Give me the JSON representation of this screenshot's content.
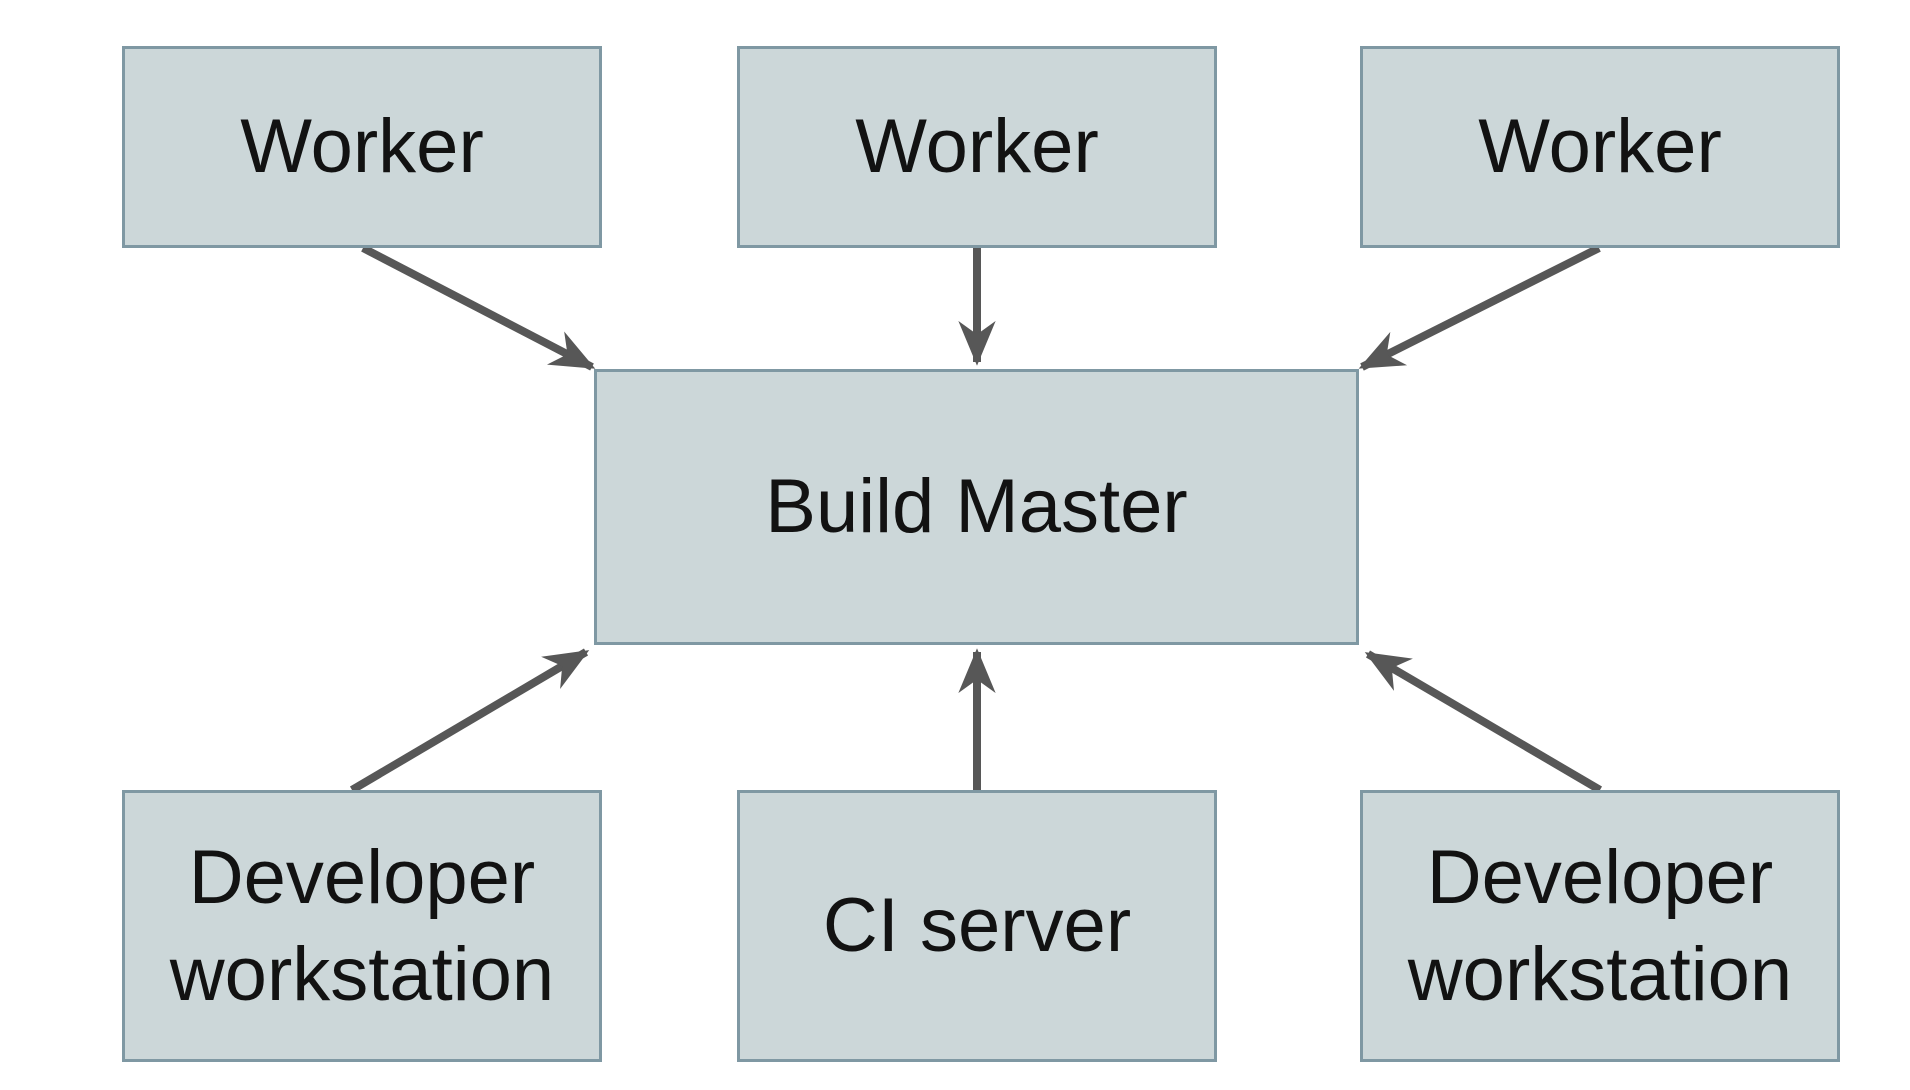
{
  "diagram": {
    "type": "architecture-diagram",
    "colors": {
      "node_fill": "#ccd7d9",
      "node_border": "#7f98a3",
      "arrow": "#575757",
      "text": "#121212",
      "background": "#ffffff"
    },
    "nodes": {
      "worker_1": {
        "label": "Worker"
      },
      "worker_2": {
        "label": "Worker"
      },
      "worker_3": {
        "label": "Worker"
      },
      "build_master": {
        "label": "Build Master"
      },
      "developer_workstation_left": {
        "label": "Developer workstation"
      },
      "ci_server": {
        "label": "CI server"
      },
      "developer_workstation_right": {
        "label": "Developer workstation"
      }
    },
    "edges": [
      {
        "from": "worker_1",
        "to": "build_master"
      },
      {
        "from": "worker_2",
        "to": "build_master"
      },
      {
        "from": "worker_3",
        "to": "build_master"
      },
      {
        "from": "developer_workstation_left",
        "to": "build_master"
      },
      {
        "from": "ci_server",
        "to": "build_master"
      },
      {
        "from": "developer_workstation_right",
        "to": "build_master"
      }
    ]
  }
}
